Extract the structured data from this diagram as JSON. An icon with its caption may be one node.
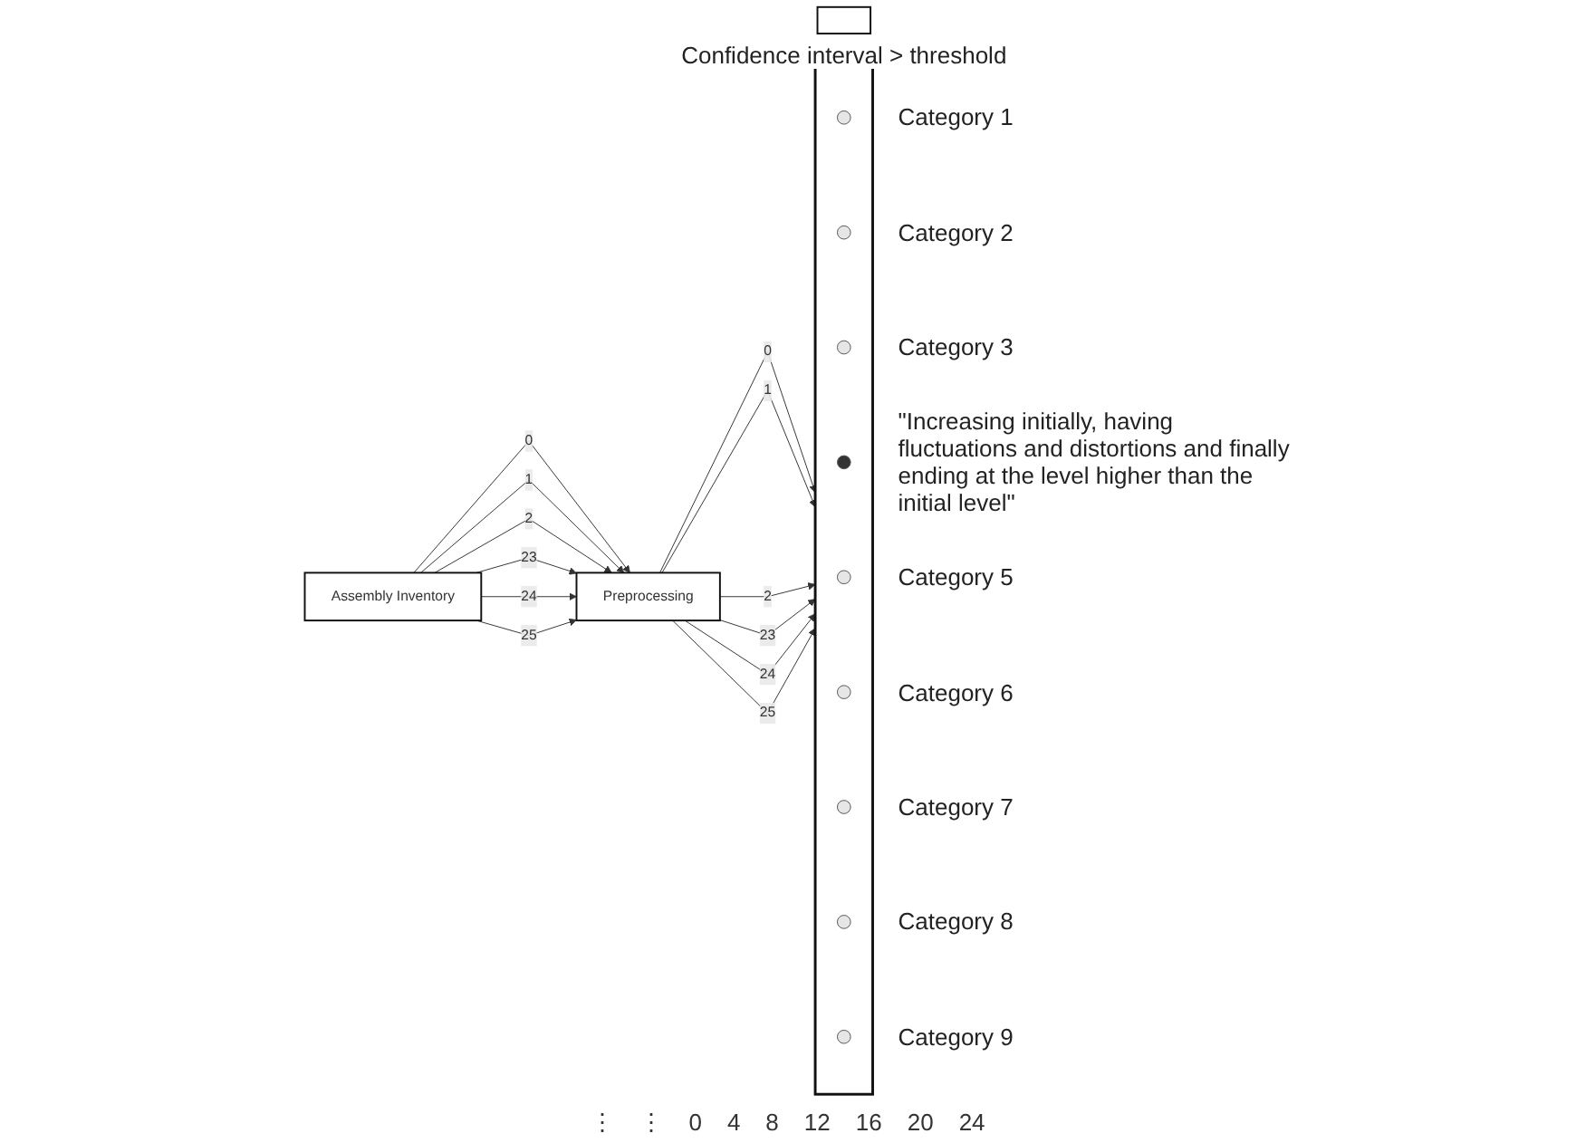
{
  "diagram": {
    "nodes": [
      {
        "text": [
          "Assembly Inventory"
        ]
      },
      {
        "text": [
          "Preprocessing"
        ]
      },
      {
        "text": [],
        "shape": "box"
      },
      {
        "text": [],
        "shape": "circle",
        "in": 2,
        "beside": [
          "Category 1"
        ]
      },
      {
        "text": [],
        "shape": "circle",
        "in": 2,
        "beside": [
          "Category 2"
        ]
      },
      {
        "text": [],
        "shape": "circle",
        "in": 2,
        "beside": [
          "Category 3"
        ]
      },
      {
        "text": [],
        "shape": "circle",
        "in": 2,
        "beside": [
          "\"Increasing initially, having fluctuations and distortions and finally ending at the level higher than the initial level\""
        ]
      },
      {
        "text": [],
        "shape": "circle",
        "in": 2,
        "beside": [
          "Category 5"
        ]
      },
      {
        "text": [],
        "shape": "circle",
        "in": 2,
        "beside": [
          "Category 6"
        ]
      },
      {
        "text": [],
        "shape": "circle",
        "in": 2,
        "beside": [
          "Category 7"
        ]
      },
      {
        "text": [],
        "shape": "circle",
        "in": 2,
        "beside": [
          "Category 8"
        ]
      },
      {
        "text": [],
        "shape": "circle",
        "in": 2,
        "beside": [
          "Category 9"
        ]
      },
      {
        "text": [],
        "shape": "box",
        "beside": [
          "Confidence interval > threshold"
        ]
      }
    ],
    "edges": [
      {
        "from": 0,
        "to": 1,
        "arrow": "to",
        "label": "0"
      },
      {
        "from": 0,
        "to": 1,
        "arrow": "to",
        "label": "1"
      },
      {
        "from": 0,
        "to": 1,
        "arrow": "to",
        "label": "2"
      },
      {
        "from": 0,
        "to": 1,
        "arrow": "to",
        "label": "23"
      },
      {
        "from": 0,
        "to": 1,
        "arrow": "to",
        "label": "24"
      },
      {
        "from": 0,
        "to": 1,
        "arrow": "to",
        "label": "25"
      },
      {
        "from": 1,
        "to": 2,
        "arrow": "to",
        "label": "0"
      },
      {
        "from": 1,
        "to": 2,
        "arrow": "to",
        "label": "1"
      },
      {
        "from": 1,
        "to": 2,
        "arrow": "to",
        "label": "2"
      },
      {
        "from": 1,
        "to": 2,
        "arrow": "to",
        "label": "23"
      },
      {
        "from": 1,
        "to": 2,
        "arrow": "to",
        "label": "24"
      },
      {
        "from": 1,
        "to": 2,
        "arrow": "to",
        "label": "25"
      }
    ],
    "labels": [
      "⋮",
      "⋮",
      "0",
      "4",
      "8",
      "12",
      "16",
      "20",
      "24"
    ]
  }
}
